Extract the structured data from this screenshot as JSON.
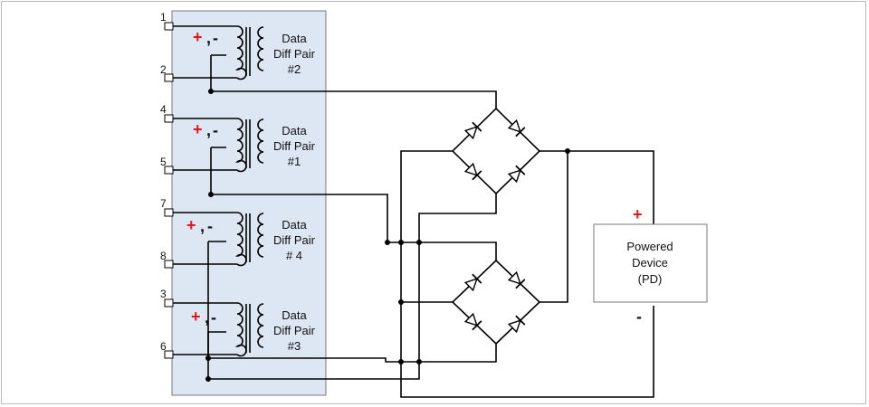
{
  "colors": {
    "panel_fill": "#dde6f3",
    "wire": "#000000",
    "polarity_plus": "#e0161b"
  },
  "pairs": [
    {
      "label_line1": "Data",
      "label_line2": "Diff Pair",
      "label_line3": "#2",
      "pin_top": "1",
      "pin_bottom": "2",
      "plus": "+",
      "minus": "-"
    },
    {
      "label_line1": "Data",
      "label_line2": "Diff Pair",
      "label_line3": "#1",
      "pin_top": "4",
      "pin_bottom": "5",
      "plus": "+",
      "minus": "-"
    },
    {
      "label_line1": "Data",
      "label_line2": "Diff Pair",
      "label_line3": "# 4",
      "pin_top": "7",
      "pin_bottom": "8",
      "plus": "+",
      "minus": "-"
    },
    {
      "label_line1": "Data",
      "label_line2": "Diff Pair",
      "label_line3": "#3",
      "pin_top": "3",
      "pin_bottom": "6",
      "plus": "+",
      "minus": "-"
    }
  ],
  "device": {
    "line1": "Powered",
    "line2": "Device",
    "line3": "(PD)",
    "plus": "+",
    "minus": "-"
  },
  "icons": {
    "diode": "diode-icon",
    "transformer": "transformer-icon"
  }
}
